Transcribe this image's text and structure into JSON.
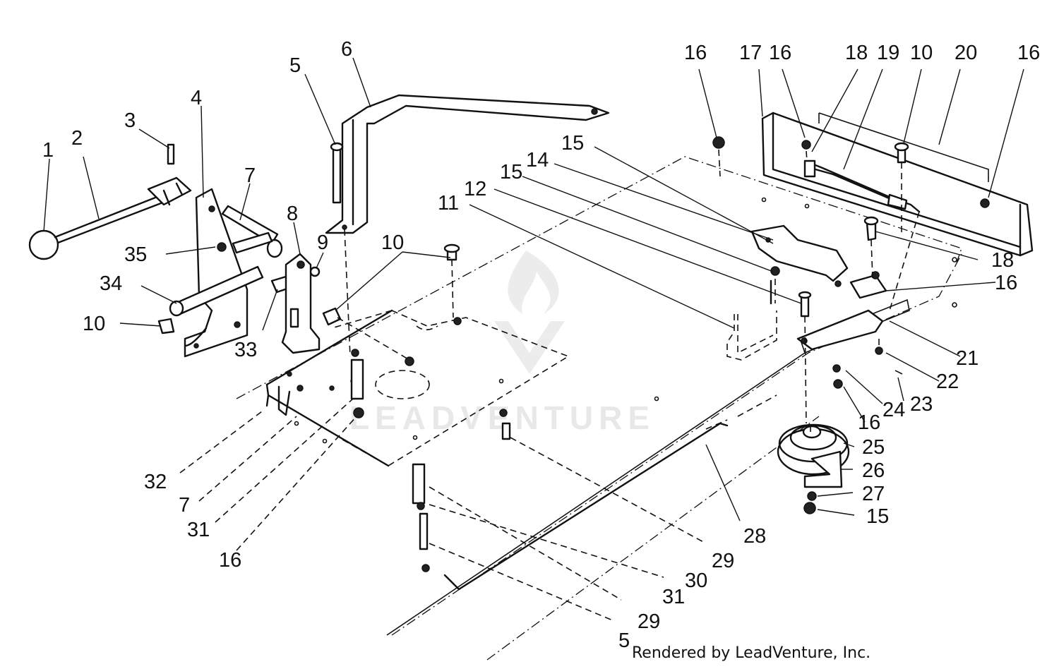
{
  "watermark": {
    "text": "LEADVENTURE"
  },
  "credit": "Rendered by LeadVenture, Inc.",
  "callouts": [
    {
      "id": "c1",
      "text": "1"
    },
    {
      "id": "c2",
      "text": "2"
    },
    {
      "id": "c3",
      "text": "3"
    },
    {
      "id": "c4",
      "text": "4"
    },
    {
      "id": "c5a",
      "text": "5"
    },
    {
      "id": "c6",
      "text": "6"
    },
    {
      "id": "c7a",
      "text": "7"
    },
    {
      "id": "c8",
      "text": "8"
    },
    {
      "id": "c9",
      "text": "9"
    },
    {
      "id": "c10a",
      "text": "10"
    },
    {
      "id": "c35",
      "text": "35"
    },
    {
      "id": "c34",
      "text": "34"
    },
    {
      "id": "c10b",
      "text": "10"
    },
    {
      "id": "c33",
      "text": "33"
    },
    {
      "id": "c11",
      "text": "11"
    },
    {
      "id": "c12",
      "text": "12"
    },
    {
      "id": "c15a",
      "text": "15"
    },
    {
      "id": "c14",
      "text": "14"
    },
    {
      "id": "c15b",
      "text": "15"
    },
    {
      "id": "c16a",
      "text": "16"
    },
    {
      "id": "c17",
      "text": "17"
    },
    {
      "id": "c16b",
      "text": "16"
    },
    {
      "id": "c18a",
      "text": "18"
    },
    {
      "id": "c19",
      "text": "19"
    },
    {
      "id": "c10c",
      "text": "10"
    },
    {
      "id": "c20",
      "text": "20"
    },
    {
      "id": "c16c",
      "text": "16"
    },
    {
      "id": "c18b",
      "text": "18"
    },
    {
      "id": "c16d",
      "text": "16"
    },
    {
      "id": "c21",
      "text": "21"
    },
    {
      "id": "c22",
      "text": "22"
    },
    {
      "id": "c23",
      "text": "23"
    },
    {
      "id": "c24",
      "text": "24"
    },
    {
      "id": "c16e",
      "text": "16"
    },
    {
      "id": "c25",
      "text": "25"
    },
    {
      "id": "c26",
      "text": "26"
    },
    {
      "id": "c27",
      "text": "27"
    },
    {
      "id": "c15c",
      "text": "15"
    },
    {
      "id": "c28",
      "text": "28"
    },
    {
      "id": "c29a",
      "text": "29"
    },
    {
      "id": "c30",
      "text": "30"
    },
    {
      "id": "c31a",
      "text": "31"
    },
    {
      "id": "c29b",
      "text": "29"
    },
    {
      "id": "c5b",
      "text": "5"
    },
    {
      "id": "c32",
      "text": "32"
    },
    {
      "id": "c7b",
      "text": "7"
    },
    {
      "id": "c31b",
      "text": "31"
    },
    {
      "id": "c16f",
      "text": "16"
    }
  ]
}
